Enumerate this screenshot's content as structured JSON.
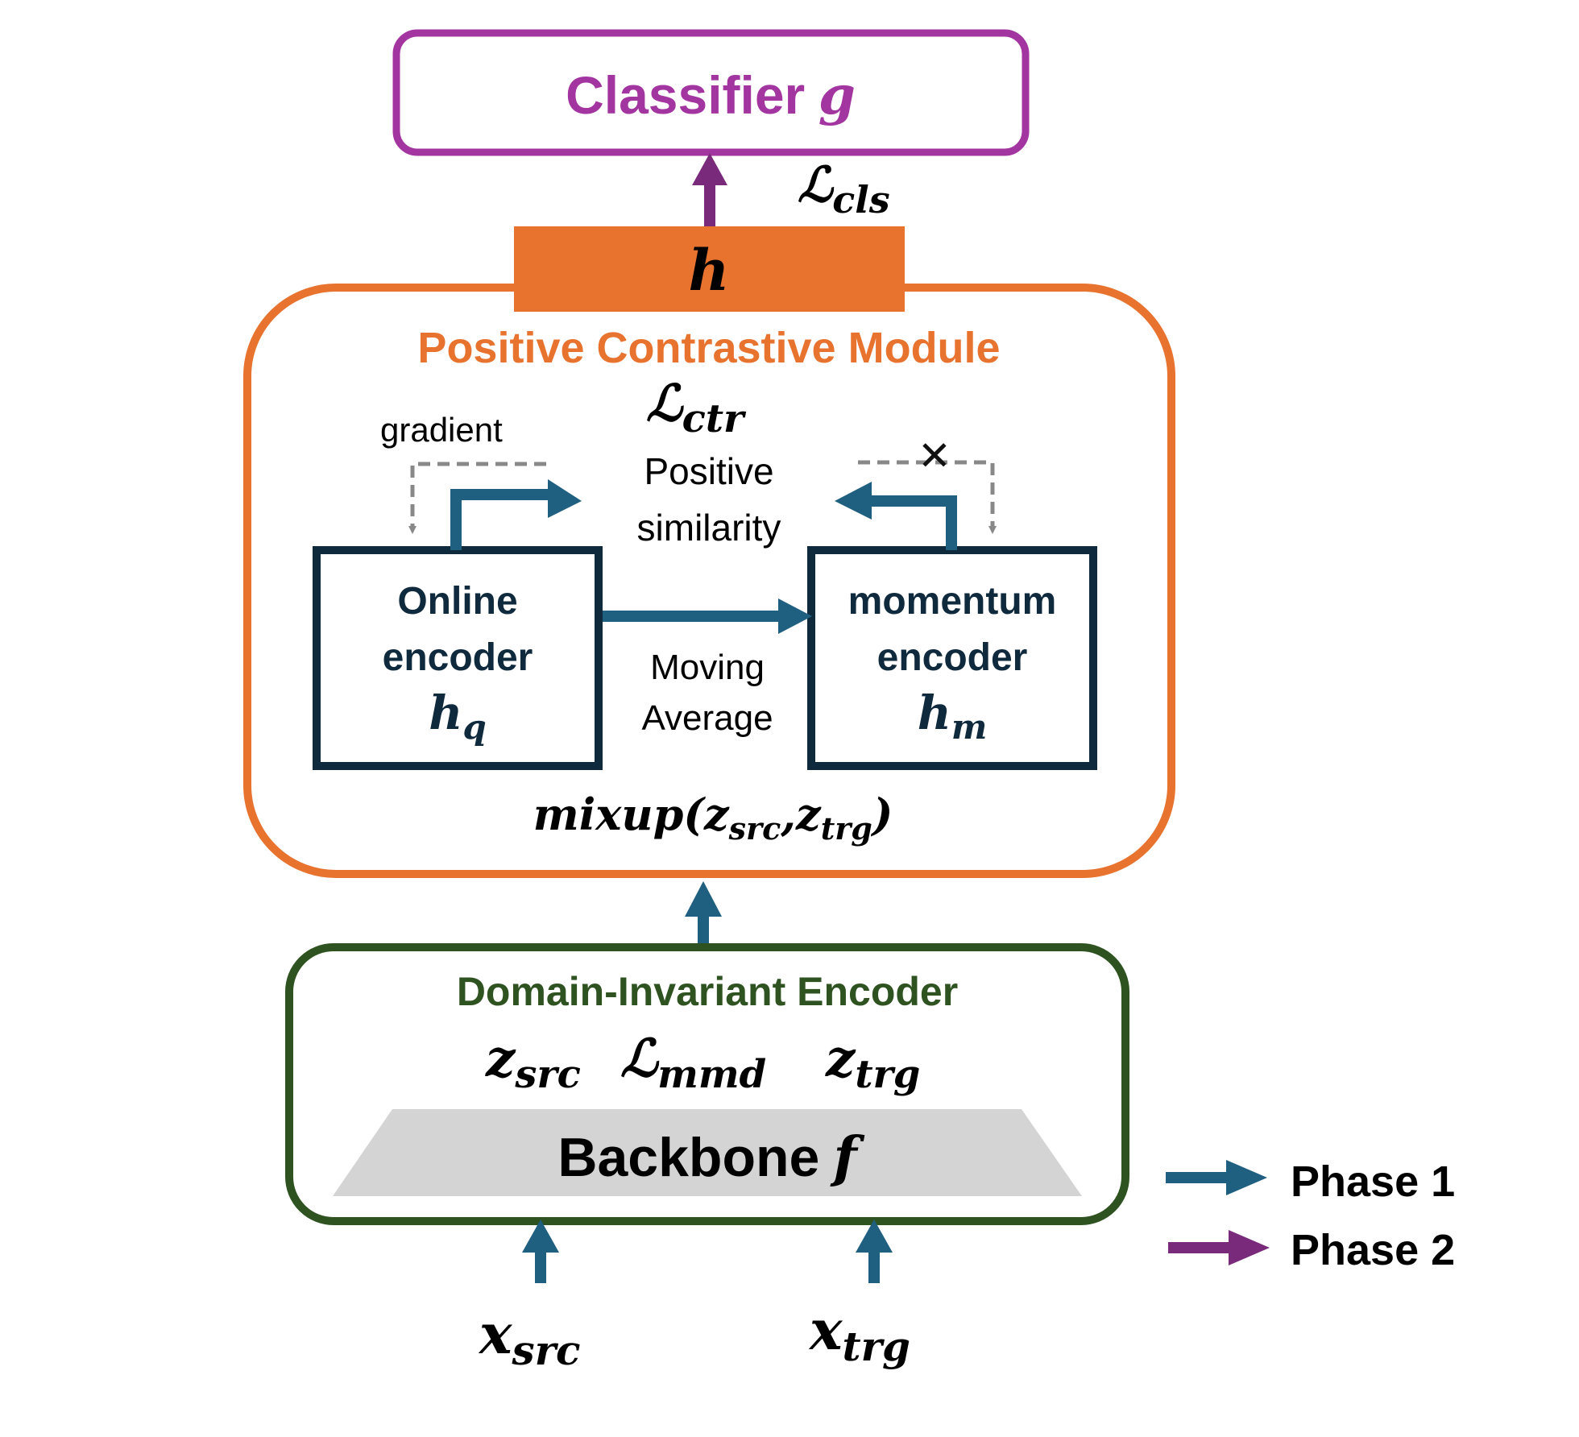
{
  "classifier": {
    "label": "Classifier",
    "symbol": "g"
  },
  "loss_cls": {
    "symbol": "ℒ",
    "sub": "cls"
  },
  "h_bar": {
    "label": "h"
  },
  "pcm": {
    "title": "Positive Contrastive Module",
    "loss_ctr": {
      "symbol": "ℒ",
      "sub": "ctr"
    },
    "similarity_line1": "Positive",
    "similarity_line2": "similarity",
    "gradient": "gradient",
    "stop_gradient_mark": "✕",
    "online": {
      "line1": "Online",
      "line2": "encoder",
      "symbol": "h",
      "sub": "q"
    },
    "momentum": {
      "line1": "momentum",
      "line2": "encoder",
      "symbol": "h",
      "sub": "m"
    },
    "moving_line1": "Moving",
    "moving_line2": "Average",
    "mixup": {
      "fn": "mixup(",
      "z1": "z",
      "z1sub": "src",
      "comma": ",",
      "z2": "z",
      "z2sub": "trg",
      "close": ")"
    }
  },
  "die": {
    "title": "Domain-Invariant Encoder",
    "z_src": {
      "symbol": "z",
      "sub": "src"
    },
    "loss_mmd": {
      "symbol": "ℒ",
      "sub": "mmd"
    },
    "z_trg": {
      "symbol": "z",
      "sub": "trg"
    },
    "backbone": {
      "label": "Backbone",
      "symbol": "f"
    }
  },
  "inputs": {
    "x_src": {
      "symbol": "x",
      "sub": "src"
    },
    "x_trg": {
      "symbol": "x",
      "sub": "trg"
    }
  },
  "legend": {
    "phase1": "Phase 1",
    "phase2": "Phase 2"
  },
  "colors": {
    "phase1_blue": "#1f5f80",
    "phase2_purple": "#7a2a7a",
    "classifier_magenta": "#a2359f",
    "pcm_orange": "#e8732f",
    "die_green": "#2f5320",
    "encoder_navy": "#0e2a3c",
    "backbone_gray": "#d4d4d4",
    "dash_gray": "#888888"
  }
}
